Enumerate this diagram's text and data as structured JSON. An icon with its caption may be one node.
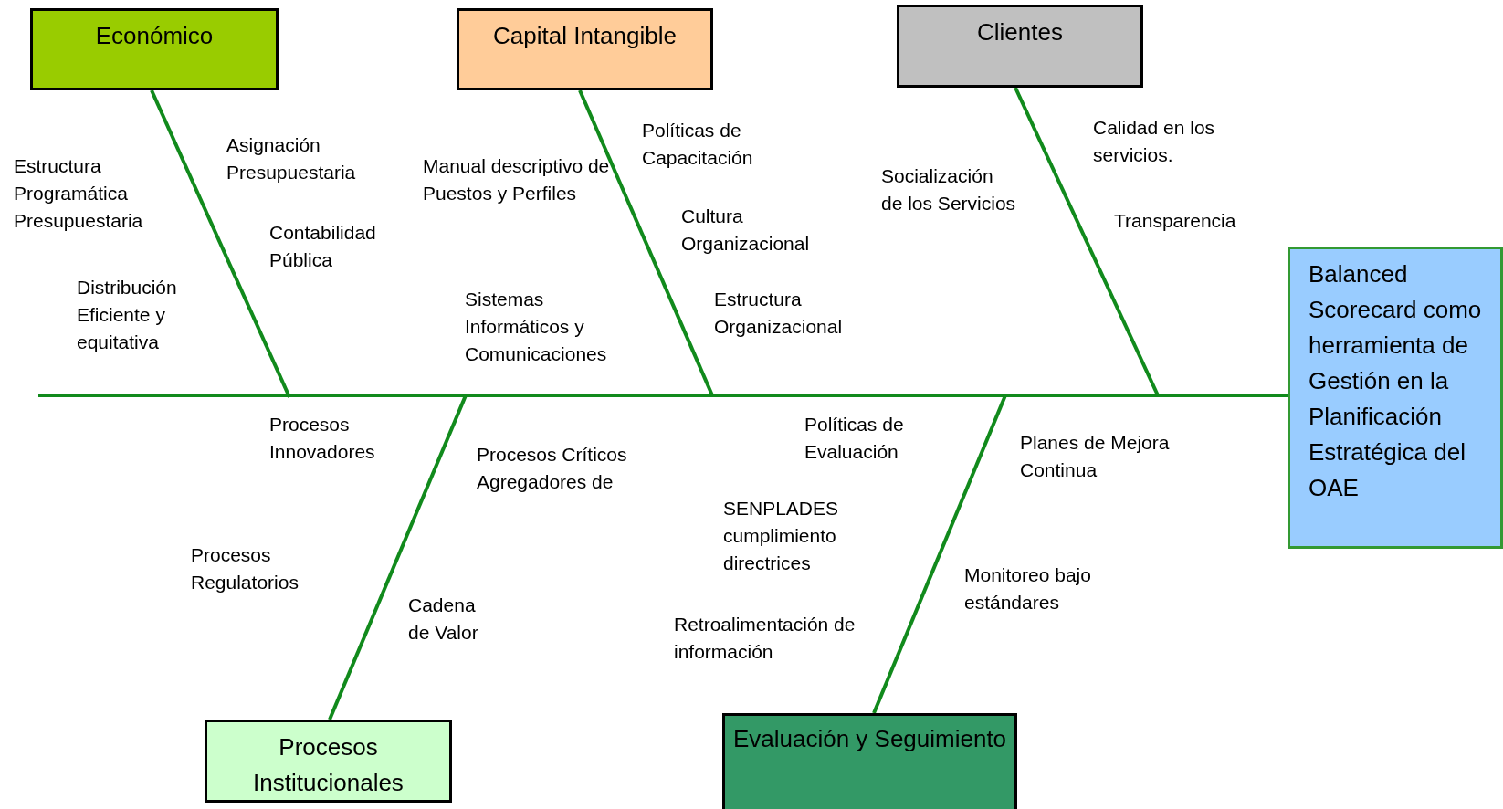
{
  "diagram": {
    "nodes": [
      {
        "text": [
          "Económico"
        ]
      },
      {
        "text": [
          "Capital Intangible"
        ]
      },
      {
        "text": [
          "Clientes"
        ]
      },
      {
        "text": [
          "Balanced Scorecard como herramienta de Gestión en la Planificación Estratégica del OAE"
        ]
      },
      {
        "text": [
          "Procesos Institucionales"
        ]
      },
      {
        "text": [
          "Evaluación y Seguimiento"
        ]
      }
    ],
    "edges": [
      {
        "from": null,
        "to": 3,
        "arrow": "none"
      },
      {
        "from": 0,
        "to": null,
        "arrow": "none"
      },
      {
        "from": 1,
        "to": null,
        "arrow": "none"
      },
      {
        "from": 2,
        "to": null,
        "arrow": "none"
      },
      {
        "from": 4,
        "to": null,
        "arrow": "none"
      },
      {
        "from": 5,
        "to": null,
        "arrow": "none"
      }
    ],
    "labels": [
      "Calidad en los servicios.",
      "Asignación Presupuestaria",
      "Políticas de Capacitación",
      "Manual descriptivo de Puestos y Perfiles",
      "Estructura Programática Presupuestaria",
      "Socialización de los Servicios",
      "Cultura Organizacional",
      "Contabilidad Pública",
      "Transparencia",
      "Distribución Eficiente y equitativa",
      "Sistemas Informáticos y Comunicaciones",
      "Estructura Organizacional",
      "Procesos Innovadores",
      "Políticas de Evaluación",
      "Planes de Mejora Continua",
      "Procesos Críticos Agregadores de",
      "SENPLADES cumplimiento directrices",
      "Procesos Regulatorios",
      "Monitoreo bajo estándares",
      "Cadena de Valor",
      "Retroalimentación de información"
    ]
  }
}
